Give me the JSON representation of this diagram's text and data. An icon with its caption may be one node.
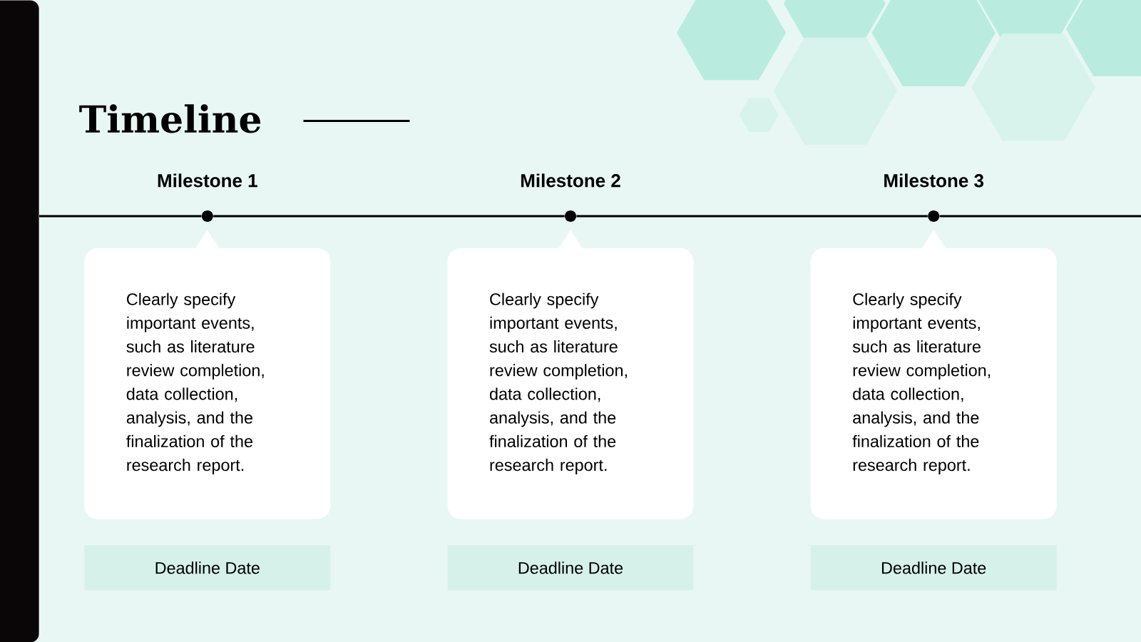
{
  "diagram": {
    "title": "Timeline",
    "nodes": [
      {
        "text": [],
        "shape": "circle",
        "beside": [
          "Milestone 1"
        ]
      },
      {
        "text": [],
        "shape": "circle",
        "beside": [
          "Milestone 2"
        ]
      },
      {
        "text": [],
        "shape": "circle",
        "beside": [
          "Milestone 3"
        ]
      },
      {
        "text": [
          "Clearly specify important events, such as literature review completion, data collection, analysis, and the finalization of the research report."
        ]
      },
      {
        "text": [
          "Clearly specify important events, such as literature review completion, data collection, analysis, and the finalization of the research report."
        ]
      },
      {
        "text": [
          "Clearly specify important events, such as literature review completion, data collection, analysis, and the finalization of the research report."
        ]
      },
      {
        "text": [
          "Deadline Date"
        ]
      },
      {
        "text": [
          "Deadline Date"
        ]
      },
      {
        "text": [
          "Deadline Date"
        ]
      },
      {
        "text": [],
        "shape": "bar"
      }
    ],
    "edges": [
      {
        "from": 9,
        "to": 0,
        "arrow": "none"
      },
      {
        "from": 0,
        "to": 1,
        "arrow": "none"
      },
      {
        "from": 1,
        "to": 2,
        "arrow": "none"
      },
      {
        "from": 2,
        "to": null,
        "arrow": "none"
      }
    ]
  }
}
